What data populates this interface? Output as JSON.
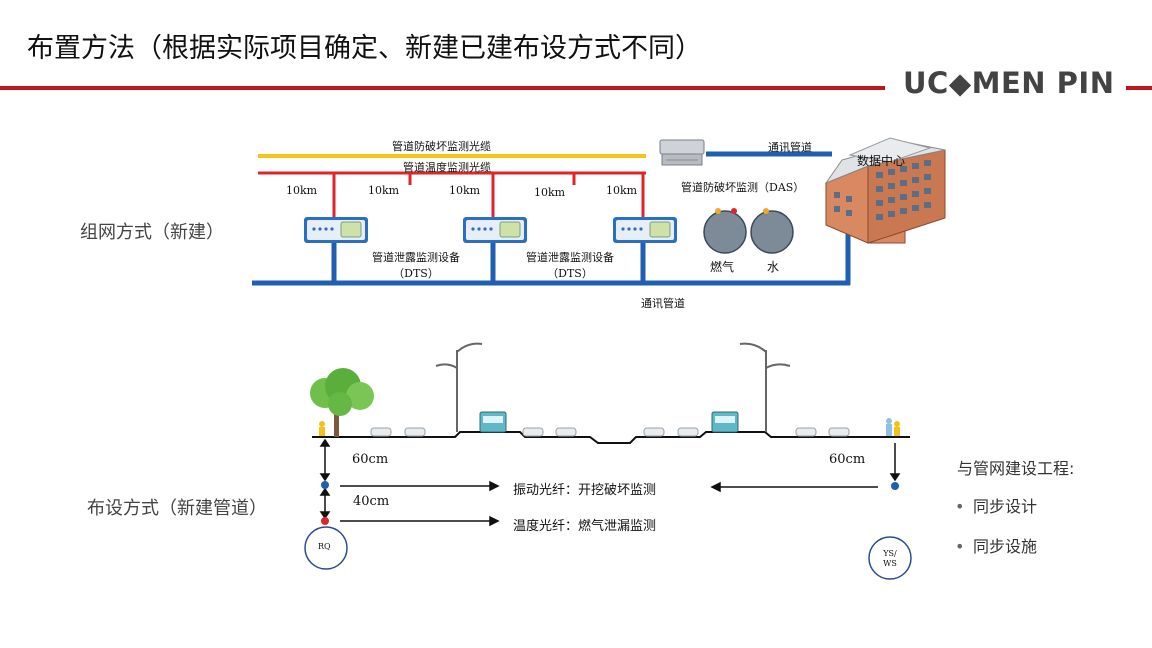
{
  "title": "布置方法（根据实际项目确定、新建已建布设方式不同）",
  "logo": "UC◆MEN PIN",
  "colors": {
    "accent_red": "#c0151c",
    "pipe_blue": "#1f5fb3",
    "fiber_yellow": "#f5c518",
    "fiber_red": "#e0252a"
  },
  "networking": {
    "label": "组网方式（新建）",
    "fiber_damage": "管道防破坏监测光缆",
    "fiber_temp": "管道温度监测光缆",
    "segments": [
      "10km",
      "10km",
      "10km",
      "10km",
      "10km"
    ],
    "comm_pipe_top": "通讯管道",
    "das_label": "管道防破坏监测（DAS）",
    "data_center": "数据中心",
    "dts_label_1": "管道泄露监测设备",
    "dts_sub_1": "（DTS）",
    "dts_label_2": "管道泄露监测设备",
    "dts_sub_2": "（DTS）",
    "gas": "燃气",
    "water": "水",
    "comm_pipe_bottom": "通讯管道"
  },
  "layout_section": {
    "label": "布设方式（新建管道）",
    "depth_left_60": "60cm",
    "depth_left_40": "40cm",
    "depth_right_60": "60cm",
    "vib_fiber": "振动光纤：开挖破坏监测",
    "temp_fiber": "温度光纤：燃气泄漏监测",
    "pipe_rq": "RQ",
    "pipe_ys_1": "YS/",
    "pipe_ys_2": "WS"
  },
  "sync": {
    "heading": "与管网建设工程:",
    "items": [
      "同步设计",
      "同步设施"
    ]
  }
}
